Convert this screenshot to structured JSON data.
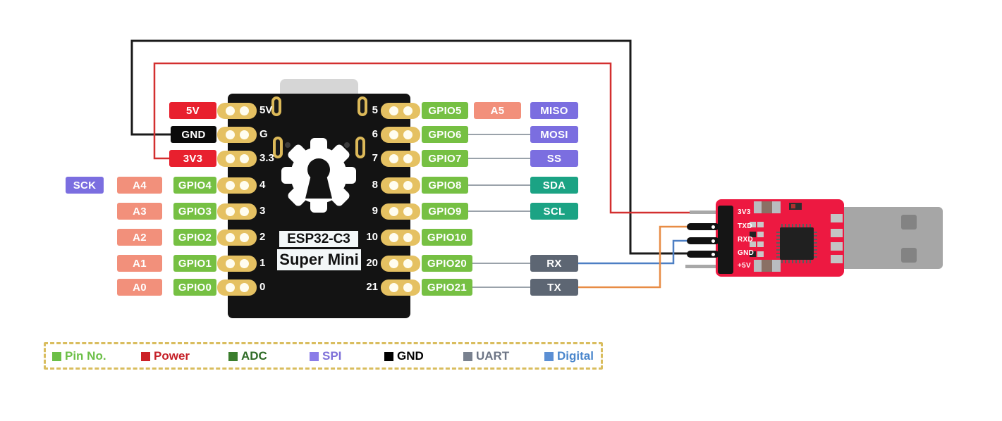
{
  "board": {
    "model": "ESP32-C3",
    "variant": "Super Mini",
    "left_pin_numbers": [
      "5V",
      "G",
      "3.3",
      "4",
      "3",
      "2",
      "1",
      "0"
    ],
    "right_pin_numbers": [
      "5",
      "6",
      "7",
      "8",
      "9",
      "10",
      "20",
      "21"
    ]
  },
  "pins_left": {
    "r1_power": "5V",
    "r2_gnd": "GND",
    "r3_power": "3V3",
    "r4_spi": "SCK",
    "r4_adc": "A4",
    "r4_gpio": "GPIO4",
    "r5_adc": "A3",
    "r5_gpio": "GPIO3",
    "r6_adc": "A2",
    "r6_gpio": "GPIO2",
    "r7_adc": "A1",
    "r7_gpio": "GPIO1",
    "r8_adc": "A0",
    "r8_gpio": "GPIO0"
  },
  "pins_right": {
    "r1_gpio": "GPIO5",
    "r1_adc": "A5",
    "r1_spi": "MISO",
    "r2_gpio": "GPIO6",
    "r2_spi": "MOSI",
    "r3_gpio": "GPIO7",
    "r3_spi": "SS",
    "r4_gpio": "GPIO8",
    "r4_i2c": "SDA",
    "r5_gpio": "GPIO9",
    "r5_i2c": "SCL",
    "r6_gpio": "GPIO10",
    "r7_gpio": "GPIO20",
    "r7_uart": "RX",
    "r8_gpio": "GPIO21",
    "r8_uart": "TX"
  },
  "adapter": {
    "pins": [
      "3V3",
      "TXD",
      "RXD",
      "GND",
      "+5V"
    ]
  },
  "wires": {
    "gnd_color": "#1a1a1a",
    "v3_color": "#d32f2f",
    "rx_color": "#4d7fc4",
    "tx_color": "#e88c45"
  },
  "badge_colors": {
    "power": "#e8202e",
    "gnd": "#0b0b0b",
    "gpio": "#76c043",
    "adc": "#f2907b",
    "spi": "#7b6ee0",
    "i2c": "#1ba384",
    "uart": "#5d6673",
    "pad_gold": "#e5c162",
    "adapter_pcb": "#ed1941"
  },
  "legend": {
    "items": [
      {
        "label": "Pin No.",
        "color": "#6cbf47"
      },
      {
        "label": "Power",
        "color": "#cc2127"
      },
      {
        "label": "ADC",
        "color": "#3a7d2c"
      },
      {
        "label": "SPI",
        "color": "#8a7ce8"
      },
      {
        "label": "GND",
        "color": "#000000"
      },
      {
        "label": "UART",
        "color": "#79818f"
      },
      {
        "label": "Digital",
        "color": "#5b8fd4"
      }
    ]
  }
}
